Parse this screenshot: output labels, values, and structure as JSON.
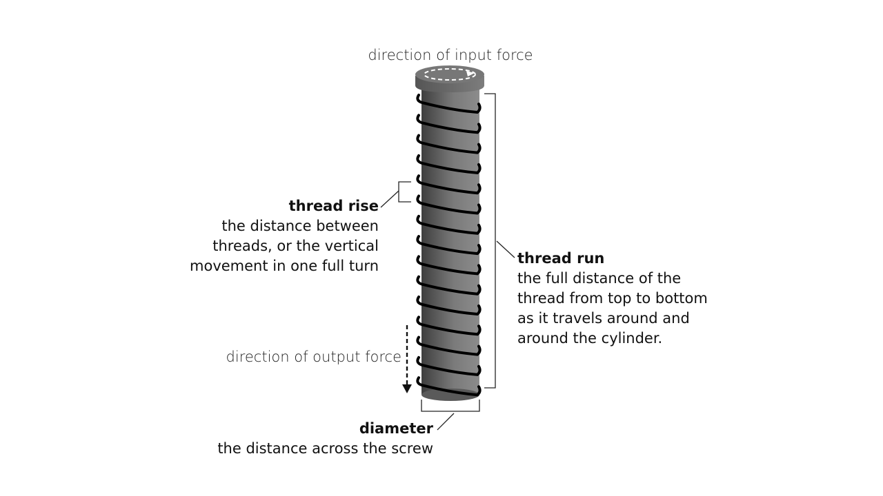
{
  "labels": {
    "input_force": "direction of input force",
    "output_force": "direction of output force"
  },
  "thread_rise": {
    "title": "thread rise",
    "lines": [
      "the distance between",
      "threads, or the vertical",
      "movement in one full turn"
    ]
  },
  "thread_run": {
    "title": "thread run",
    "lines": [
      "the full distance of the",
      "thread from top to bottom",
      "as it travels around and",
      "around the cylinder."
    ]
  },
  "diameter": {
    "title": "diameter",
    "lines": [
      "the distance across the screw"
    ]
  },
  "colors": {
    "body_dark": "#4a4a4a",
    "body_light": "#8a8a8a",
    "thread": "#000000",
    "head": "#6a6a6a"
  },
  "thread_turns": 15
}
